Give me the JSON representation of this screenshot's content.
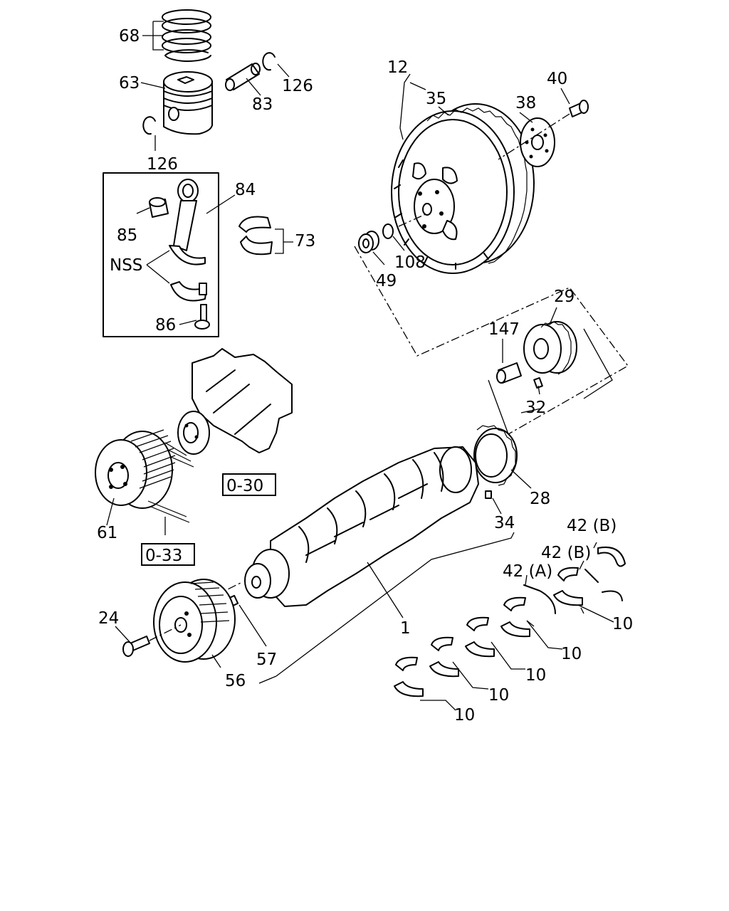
{
  "diagram": {
    "callouts": {
      "c68": "68",
      "c63": "63",
      "c83": "83",
      "c126a": "126",
      "c126b": "126",
      "c84": "84",
      "c85": "85",
      "c73": "73",
      "cNSS": "NSS",
      "c86": "86",
      "c12": "12",
      "c35": "35",
      "c38": "38",
      "c40": "40",
      "c108": "108",
      "c49": "49",
      "c29": "29",
      "c147": "147",
      "c32": "32",
      "c28": "28",
      "c34": "34",
      "c61": "61",
      "c1": "1",
      "c24": "24",
      "c57": "57",
      "c56": "56",
      "c42B1": "42 (B)",
      "c42B2": "42 (B)",
      "c42A": "42 (A)",
      "c10a": "10",
      "c10b": "10",
      "c10c": "10",
      "c10d": "10",
      "c10e": "10"
    },
    "refs": {
      "r030": "0-30",
      "r033": "0-33"
    }
  }
}
